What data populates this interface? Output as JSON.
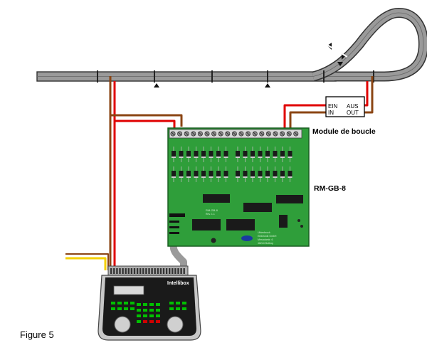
{
  "figure_label": "Figure 5",
  "module": {
    "name": "Module de boucle",
    "ein": "EIN",
    "in": "IN",
    "aus": "AUS",
    "out": "OUT"
  },
  "board": {
    "name": "RM-GB-8",
    "silkscreen_small": "RM-GB-8",
    "silkscreen_rev": "Rev. 1.1",
    "silkscreen_info": [
      "Uhlenbrock",
      "Elektronik GmbH",
      "Mercatorstr. 6",
      "46244 Bottrop"
    ]
  },
  "controller": {
    "brand": "Intellibox"
  },
  "colors": {
    "track_fill": "#9a9a9a",
    "track_edge": "#333333",
    "wire_red": "#e00000",
    "wire_brown": "#8b4513",
    "wire_yellow": "#f5d000",
    "board_green": "#2f9e3a",
    "controller_body": "#1a1a1a",
    "controller_led": "#00c000",
    "controller_led_red": "#d00000"
  }
}
